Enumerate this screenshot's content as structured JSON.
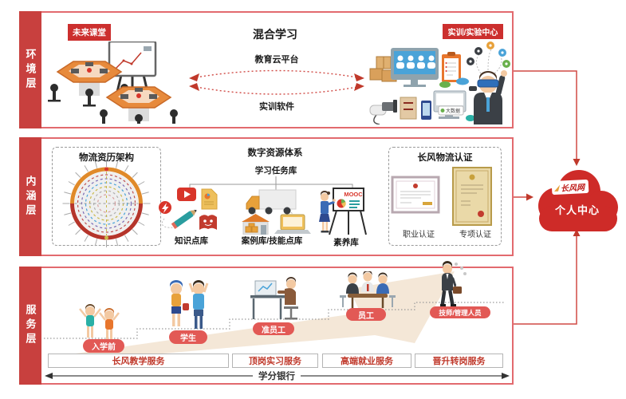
{
  "colors": {
    "accent_red": "#c8403e",
    "box_border": "#e26a6e",
    "tag_red": "#cc2f2e",
    "badge_red": "#e25955",
    "cloud_red": "#ce2b28",
    "ramp_beige": "#f4e7d7",
    "service_text_red": "#c0392b"
  },
  "env": {
    "layer_label": "环境层",
    "future_classroom_label": "未来课堂",
    "title": "混合学习",
    "cloud_platform_label": "教育云平台",
    "training_software_label": "实训软件",
    "training_center_label": "实训/实验中心",
    "big_data_label": "大数据"
  },
  "content": {
    "layer_label": "内涵层",
    "framework_title": "物流资历架构",
    "digital_title": "数字资源体系",
    "task_lib_label": "学习任务库",
    "libs": [
      {
        "label": "知识点库"
      },
      {
        "label": "案例库/技能点库"
      },
      {
        "label": "素养库"
      }
    ],
    "mooc_label": "MOOC",
    "cert_box_title": "长风物流认证",
    "certs": [
      {
        "label": "职业认证"
      },
      {
        "label": "专项认证"
      }
    ]
  },
  "service": {
    "layer_label": "服务层",
    "stages": [
      {
        "label": "入学前"
      },
      {
        "label": "学生"
      },
      {
        "label": "准员工"
      },
      {
        "label": "员工"
      },
      {
        "label": "技师/管理人员"
      }
    ],
    "services": [
      {
        "label": "长风教学服务"
      },
      {
        "label": "顶岗实习服务"
      },
      {
        "label": "高端就业服务"
      },
      {
        "label": "晋升转岗服务"
      }
    ],
    "credit_bank_label": "学分银行"
  },
  "cloud": {
    "logo_text": "长风网",
    "label": "个人中心"
  }
}
